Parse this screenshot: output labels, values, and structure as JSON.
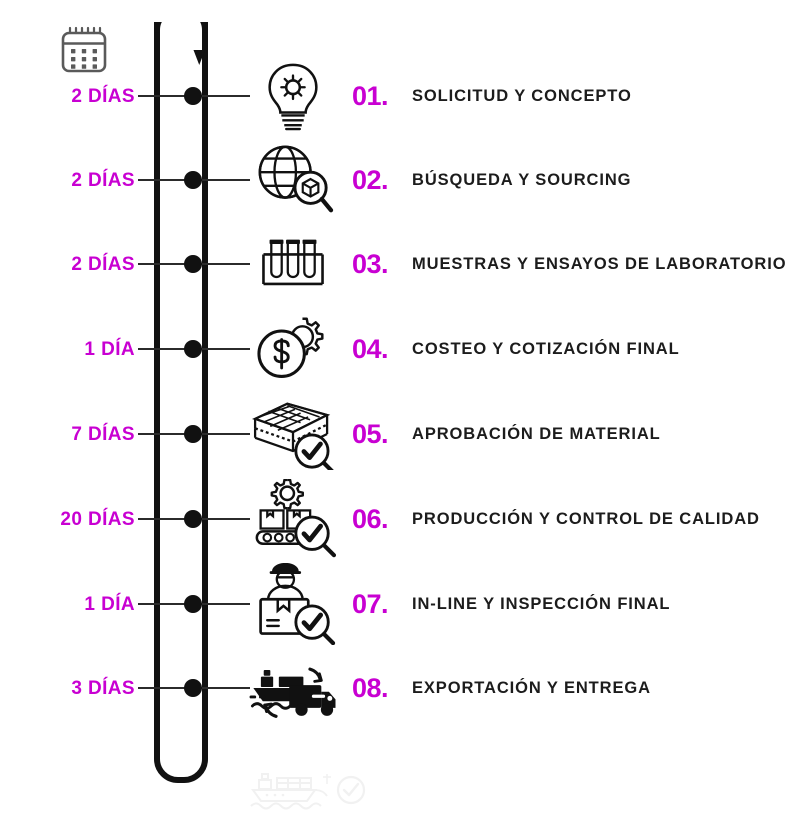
{
  "meta": {
    "title": "Cronograma de proceso de producción",
    "accent_color": "#c800d2",
    "ink_color": "#1c1c1c",
    "background_color": "#ffffff",
    "calendar_icon_color": "#5a5a5a",
    "watermark_color": "#f2f2f2"
  },
  "header": {
    "calendar_icon": "calendar-icon"
  },
  "track": {
    "shape": "pill",
    "arrow_icon": "arrow-down-icon",
    "stroke_color": "#111111"
  },
  "steps": [
    {
      "number": "01.",
      "title": "SOLICITUD Y CONCEPTO",
      "duration": "2 DÍAS",
      "icon": "lightbulb-gear-icon"
    },
    {
      "number": "02.",
      "title": "BÚSQUEDA Y SOURCING",
      "duration": "2 DÍAS",
      "icon": "globe-magnifier-box-icon"
    },
    {
      "number": "03.",
      "title": "MUESTRAS Y ENSAYOS DE LABORATORIO",
      "duration": "2 DÍAS",
      "icon": "test-tubes-rack-icon"
    },
    {
      "number": "04.",
      "title": "COSTEO Y COTIZACIÓN FINAL",
      "duration": "1 DÍA",
      "icon": "dollar-coin-gear-icon"
    },
    {
      "number": "05.",
      "title": "APROBACIÓN DE MATERIAL",
      "duration": "7 DÍAS",
      "icon": "fabric-swatch-check-icon"
    },
    {
      "number": "06.",
      "title": "PRODUCCIÓN Y CONTROL DE CALIDAD",
      "duration": "20 DÍAS",
      "icon": "conveyor-gear-check-icon"
    },
    {
      "number": "07.",
      "title": "IN-LINE Y INSPECCIÓN FINAL",
      "duration": "1 DÍA",
      "icon": "inspector-box-check-icon"
    },
    {
      "number": "08.",
      "title": "EXPORTACIÓN Y ENTREGA",
      "duration": "3 DÍAS",
      "icon": "ship-truck-delivery-icon"
    }
  ],
  "footer": {
    "watermark_icon": "cargo-ship-check-watermark"
  }
}
